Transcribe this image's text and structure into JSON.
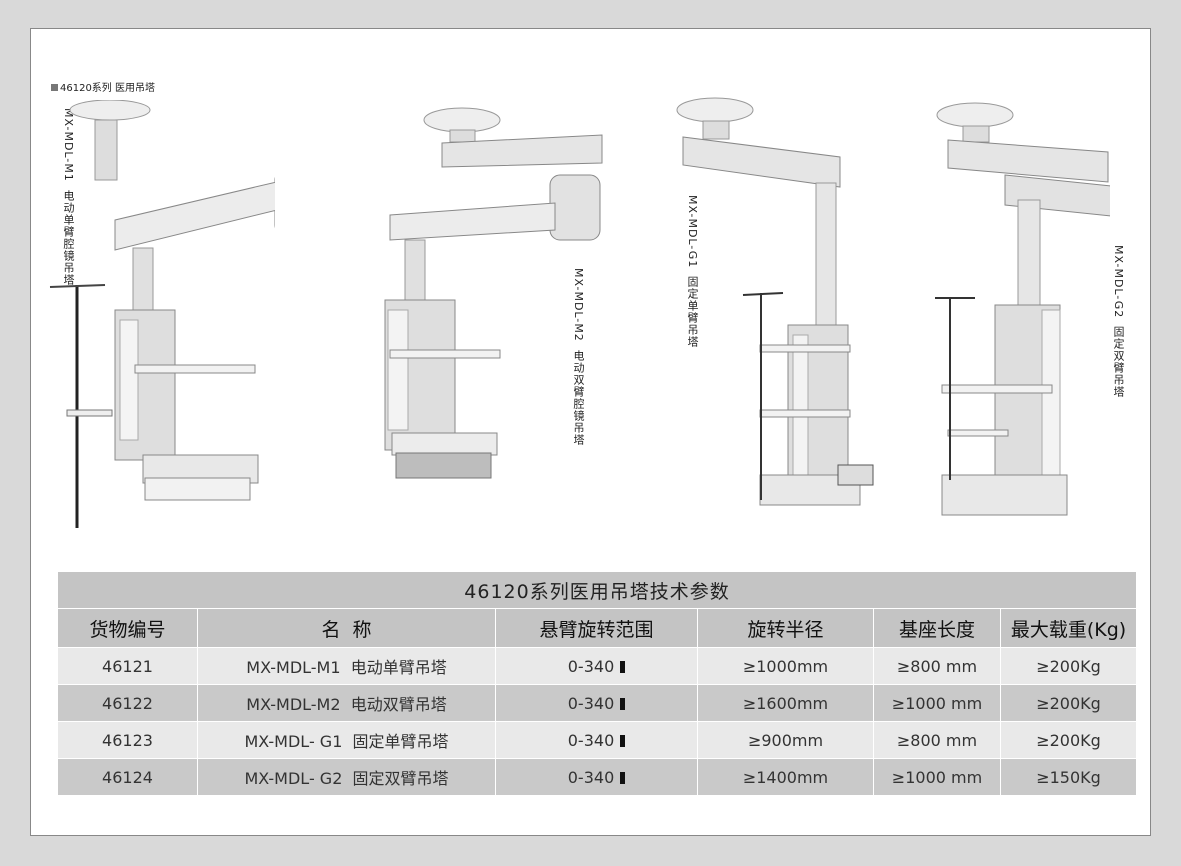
{
  "series_tag": "46120系列  医用吊塔",
  "product_labels": [
    {
      "model": "MX-MDL-M1",
      "name": "电动单臂腔镜吊塔"
    },
    {
      "model": "MX-MDL-M2",
      "name": "电动双臂腔镜吊塔"
    },
    {
      "model": "MX-MDL-G1",
      "name": "固定单臂吊塔"
    },
    {
      "model": "MX-MDL-G2",
      "name": "固定双臂吊塔"
    }
  ],
  "table": {
    "title": "46120系列医用吊塔技术参数",
    "headers": [
      "货物编号",
      "名  称",
      "悬臂旋转范围",
      "旋转半径",
      "基座长度",
      "最大载重(Kg)"
    ],
    "rows": [
      {
        "code": "46121",
        "name": "MX-MDL-M1  电动单臂吊塔",
        "range": "0-340",
        "radius": "≥1000mm",
        "base": "≥800 mm",
        "load": "≥200Kg"
      },
      {
        "code": "46122",
        "name": "MX-MDL-M2  电动双臂吊塔",
        "range": "0-340",
        "radius": "≥1600mm",
        "base": "≥1000 mm",
        "load": "≥200Kg"
      },
      {
        "code": "46123",
        "name": "MX-MDL- G1  固定单臂吊塔",
        "range": "0-340",
        "radius": "≥900mm",
        "base": "≥800 mm",
        "load": "≥200Kg"
      },
      {
        "code": "46124",
        "name": "MX-MDL- G2  固定双臂吊塔",
        "range": "0-340",
        "radius": "≥1400mm",
        "base": "≥1000 mm",
        "load": "≥150Kg"
      }
    ]
  }
}
